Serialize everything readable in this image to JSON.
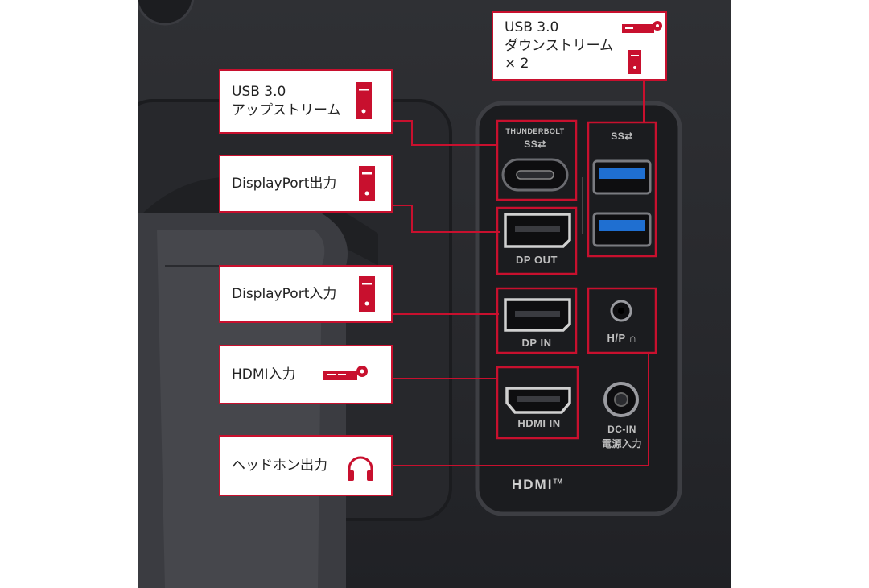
{
  "callouts": [
    {
      "id": "usb-downstream",
      "text": "USB 3.0\nダウンストリーム\n× 2",
      "icon": "pc-and-recorder-icon"
    },
    {
      "id": "usb-upstream",
      "text": "USB 3.0\nアップストリーム",
      "icon": "pc-tower-icon"
    },
    {
      "id": "dp-out",
      "text": "DisplayPort出力",
      "icon": "pc-tower-icon"
    },
    {
      "id": "dp-in",
      "text": "DisplayPort入力",
      "icon": "pc-tower-icon"
    },
    {
      "id": "hdmi-in",
      "text": "HDMI入力",
      "icon": "recorder-icon"
    },
    {
      "id": "headphone-out",
      "text": "ヘッドホン出力",
      "icon": "headphones-icon"
    }
  ],
  "port_labels": {
    "thunderbolt": "THUNDERBOLT",
    "ss": "SS⇄",
    "ss_usb": "SS⇄",
    "dp_out": "DP OUT",
    "dp_in": "DP IN",
    "hp": "H/P ∩",
    "hdmi_in": "HDMI IN",
    "dc_in": "DC-IN",
    "dc_in_jp": "電源入力",
    "hdmi_logo": "HDMI",
    "hdmi_tm": "TM"
  },
  "colors": {
    "accent": "#c8102e",
    "usb_blue": "#1f6fd1",
    "housing": "#2a2b2f"
  }
}
